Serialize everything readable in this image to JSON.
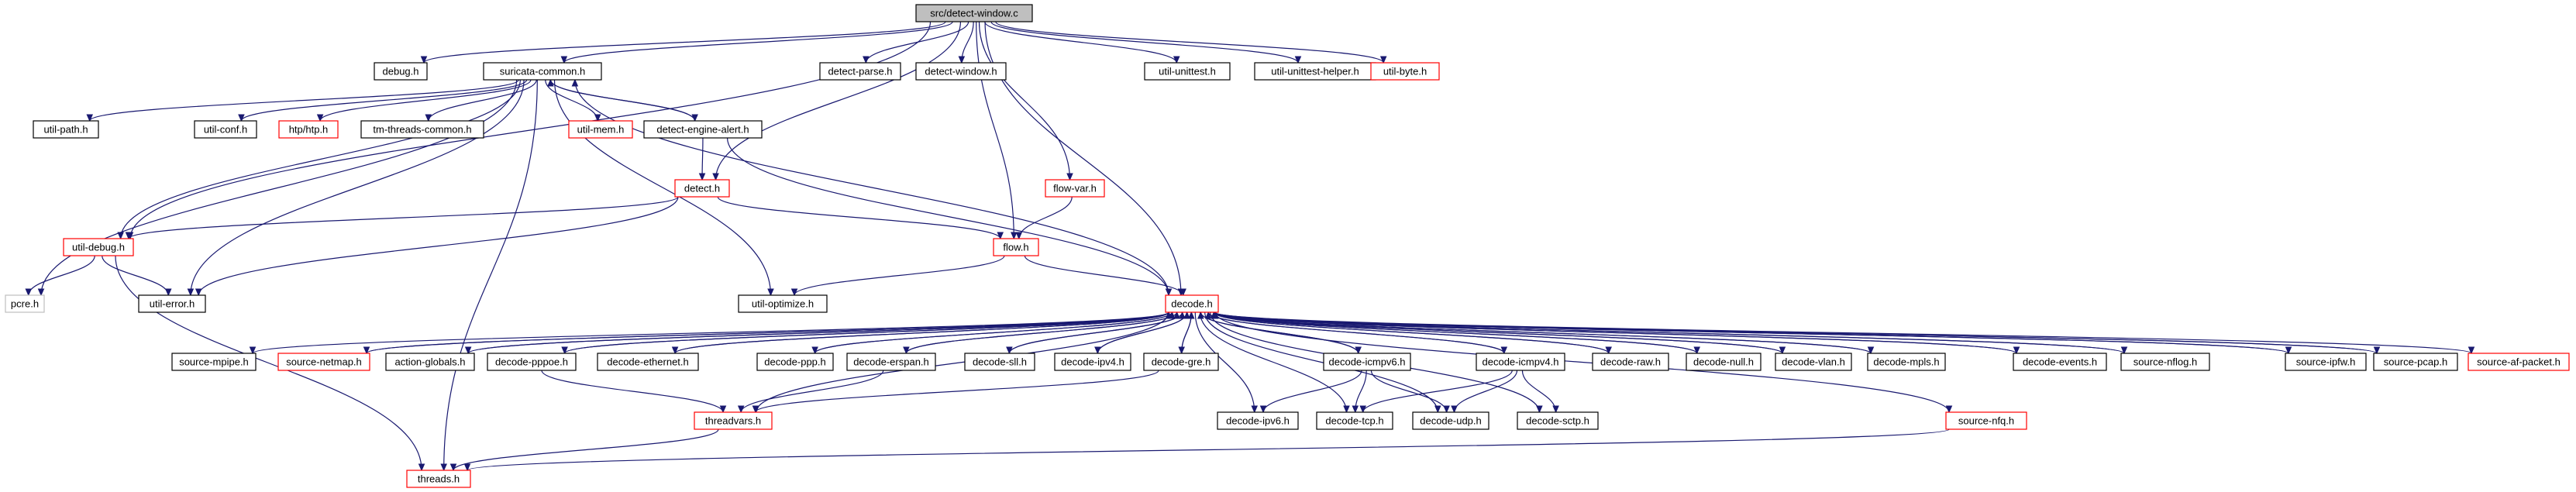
{
  "diagram": {
    "colors": {
      "root_fill": "#bfbfbf",
      "black_border": "#000000",
      "red_border": "#ff0000",
      "gray_border": "#bfbfbf",
      "edge": "#191970"
    },
    "nodes": [
      {
        "id": "root",
        "label": "src/detect-window.c",
        "kind": "root"
      },
      {
        "id": "debug",
        "label": "debug.h",
        "kind": "black"
      },
      {
        "id": "suricata_common",
        "label": "suricata-common.h",
        "kind": "black"
      },
      {
        "id": "detect_parse",
        "label": "detect-parse.h",
        "kind": "black"
      },
      {
        "id": "detect_window",
        "label": "detect-window.h",
        "kind": "black"
      },
      {
        "id": "util_unittest",
        "label": "util-unittest.h",
        "kind": "black"
      },
      {
        "id": "util_unittest_helper",
        "label": "util-unittest-helper.h",
        "kind": "black"
      },
      {
        "id": "util_byte",
        "label": "util-byte.h",
        "kind": "red"
      },
      {
        "id": "util_path",
        "label": "util-path.h",
        "kind": "black"
      },
      {
        "id": "util_conf",
        "label": "util-conf.h",
        "kind": "black"
      },
      {
        "id": "htp",
        "label": "htp/htp.h",
        "kind": "red"
      },
      {
        "id": "tm_threads_common",
        "label": "tm-threads-common.h",
        "kind": "black"
      },
      {
        "id": "util_mem",
        "label": "util-mem.h",
        "kind": "red"
      },
      {
        "id": "detect_engine_alert",
        "label": "detect-engine-alert.h",
        "kind": "black"
      },
      {
        "id": "detect",
        "label": "detect.h",
        "kind": "red"
      },
      {
        "id": "flow_var",
        "label": "flow-var.h",
        "kind": "red"
      },
      {
        "id": "util_debug",
        "label": "util-debug.h",
        "kind": "red"
      },
      {
        "id": "flow",
        "label": "flow.h",
        "kind": "red"
      },
      {
        "id": "pcre",
        "label": "pcre.h",
        "kind": "gray"
      },
      {
        "id": "util_error",
        "label": "util-error.h",
        "kind": "black"
      },
      {
        "id": "util_optimize",
        "label": "util-optimize.h",
        "kind": "black"
      },
      {
        "id": "decode",
        "label": "decode.h",
        "kind": "red"
      },
      {
        "id": "source_mpipe",
        "label": "source-mpipe.h",
        "kind": "black"
      },
      {
        "id": "source_netmap",
        "label": "source-netmap.h",
        "kind": "red"
      },
      {
        "id": "action_globals",
        "label": "action-globals.h",
        "kind": "black"
      },
      {
        "id": "decode_pppoe",
        "label": "decode-pppoe.h",
        "kind": "black"
      },
      {
        "id": "decode_ethernet",
        "label": "decode-ethernet.h",
        "kind": "black"
      },
      {
        "id": "decode_ppp",
        "label": "decode-ppp.h",
        "kind": "black"
      },
      {
        "id": "decode_erspan",
        "label": "decode-erspan.h",
        "kind": "black"
      },
      {
        "id": "decode_sll",
        "label": "decode-sll.h",
        "kind": "black"
      },
      {
        "id": "decode_ipv4",
        "label": "decode-ipv4.h",
        "kind": "black"
      },
      {
        "id": "decode_gre",
        "label": "decode-gre.h",
        "kind": "black"
      },
      {
        "id": "decode_icmpv6",
        "label": "decode-icmpv6.h",
        "kind": "black"
      },
      {
        "id": "decode_icmpv4",
        "label": "decode-icmpv4.h",
        "kind": "black"
      },
      {
        "id": "decode_raw",
        "label": "decode-raw.h",
        "kind": "black"
      },
      {
        "id": "decode_null",
        "label": "decode-null.h",
        "kind": "black"
      },
      {
        "id": "decode_vlan",
        "label": "decode-vlan.h",
        "kind": "black"
      },
      {
        "id": "decode_mpls",
        "label": "decode-mpls.h",
        "kind": "black"
      },
      {
        "id": "decode_events",
        "label": "decode-events.h",
        "kind": "black"
      },
      {
        "id": "source_nflog",
        "label": "source-nflog.h",
        "kind": "black"
      },
      {
        "id": "source_ipfw",
        "label": "source-ipfw.h",
        "kind": "black"
      },
      {
        "id": "source_pcap",
        "label": "source-pcap.h",
        "kind": "black"
      },
      {
        "id": "source_af_packet",
        "label": "source-af-packet.h",
        "kind": "red"
      },
      {
        "id": "threadvars",
        "label": "threadvars.h",
        "kind": "red"
      },
      {
        "id": "decode_ipv6",
        "label": "decode-ipv6.h",
        "kind": "black"
      },
      {
        "id": "decode_tcp",
        "label": "decode-tcp.h",
        "kind": "black"
      },
      {
        "id": "decode_udp",
        "label": "decode-udp.h",
        "kind": "black"
      },
      {
        "id": "decode_sctp",
        "label": "decode-sctp.h",
        "kind": "black"
      },
      {
        "id": "source_nfq",
        "label": "source-nfq.h",
        "kind": "red"
      },
      {
        "id": "threads",
        "label": "threads.h",
        "kind": "red"
      }
    ],
    "edges": [
      [
        "root",
        "debug"
      ],
      [
        "root",
        "suricata_common"
      ],
      [
        "root",
        "detect_parse"
      ],
      [
        "root",
        "detect_window"
      ],
      [
        "root",
        "util_unittest"
      ],
      [
        "root",
        "util_unittest_helper"
      ],
      [
        "root",
        "util_byte"
      ],
      [
        "root",
        "util_debug"
      ],
      [
        "root",
        "detect"
      ],
      [
        "root",
        "flow_var"
      ],
      [
        "root",
        "flow"
      ],
      [
        "root",
        "decode"
      ],
      [
        "suricata_common",
        "util_path"
      ],
      [
        "suricata_common",
        "util_conf"
      ],
      [
        "suricata_common",
        "htp"
      ],
      [
        "suricata_common",
        "tm_threads_common"
      ],
      [
        "suricata_common",
        "util_mem"
      ],
      [
        "suricata_common",
        "detect_engine_alert"
      ],
      [
        "suricata_common",
        "util_debug"
      ],
      [
        "suricata_common",
        "util_error"
      ],
      [
        "suricata_common",
        "pcre"
      ],
      [
        "suricata_common",
        "util_optimize"
      ],
      [
        "suricata_common",
        "threads"
      ],
      [
        "detect_engine_alert",
        "suricata_common"
      ],
      [
        "detect_engine_alert",
        "detect"
      ],
      [
        "detect_engine_alert",
        "decode"
      ],
      [
        "detect",
        "util_debug"
      ],
      [
        "detect",
        "util_error"
      ],
      [
        "detect",
        "flow"
      ],
      [
        "flow_var",
        "flow"
      ],
      [
        "flow",
        "util_optimize"
      ],
      [
        "flow",
        "decode"
      ],
      [
        "util_debug",
        "pcre"
      ],
      [
        "util_debug",
        "util_error"
      ],
      [
        "util_debug",
        "threads"
      ],
      [
        "decode",
        "suricata_common"
      ],
      [
        "decode",
        "source_mpipe"
      ],
      [
        "decode",
        "source_netmap"
      ],
      [
        "decode",
        "action_globals"
      ],
      [
        "decode",
        "decode_pppoe"
      ],
      [
        "decode",
        "decode_ethernet"
      ],
      [
        "decode",
        "threadvars"
      ],
      [
        "decode",
        "decode_ppp"
      ],
      [
        "decode",
        "decode_erspan"
      ],
      [
        "decode",
        "decode_sll"
      ],
      [
        "decode",
        "decode_ipv4"
      ],
      [
        "decode",
        "decode_gre"
      ],
      [
        "decode",
        "decode_ipv6"
      ],
      [
        "decode",
        "decode_icmpv6"
      ],
      [
        "decode",
        "decode_tcp"
      ],
      [
        "decode",
        "decode_udp"
      ],
      [
        "decode",
        "decode_icmpv4"
      ],
      [
        "decode",
        "decode_sctp"
      ],
      [
        "decode",
        "decode_raw"
      ],
      [
        "decode",
        "decode_null"
      ],
      [
        "decode",
        "decode_vlan"
      ],
      [
        "decode",
        "decode_mpls"
      ],
      [
        "decode",
        "decode_events"
      ],
      [
        "decode",
        "source_nflog"
      ],
      [
        "decode",
        "source_nfq"
      ],
      [
        "decode",
        "source_ipfw"
      ],
      [
        "decode",
        "source_pcap"
      ],
      [
        "decode",
        "source_af_packet"
      ],
      [
        "source_netmap",
        "decode"
      ],
      [
        "action_globals",
        "decode"
      ],
      [
        "decode_pppoe",
        "decode"
      ],
      [
        "decode_ethernet",
        "decode"
      ],
      [
        "decode_ppp",
        "decode"
      ],
      [
        "decode_erspan",
        "decode"
      ],
      [
        "decode_sll",
        "decode"
      ],
      [
        "decode_ipv4",
        "decode"
      ],
      [
        "decode_gre",
        "decode"
      ],
      [
        "decode_icmpv6",
        "decode"
      ],
      [
        "decode_icmpv4",
        "decode"
      ],
      [
        "decode_raw",
        "decode"
      ],
      [
        "decode_null",
        "decode"
      ],
      [
        "decode_vlan",
        "decode"
      ],
      [
        "decode_mpls",
        "decode"
      ],
      [
        "decode_events",
        "decode"
      ],
      [
        "source_nflog",
        "decode"
      ],
      [
        "source_ipfw",
        "decode"
      ],
      [
        "source_pcap",
        "decode"
      ],
      [
        "decode_pppoe",
        "threadvars"
      ],
      [
        "decode_erspan",
        "threadvars"
      ],
      [
        "decode_gre",
        "threadvars"
      ],
      [
        "decode_icmpv6",
        "decode_ipv6"
      ],
      [
        "decode_icmpv6",
        "decode_tcp"
      ],
      [
        "decode_icmpv6",
        "decode_udp"
      ],
      [
        "decode_icmpv4",
        "decode_tcp"
      ],
      [
        "decode_icmpv4",
        "decode_udp"
      ],
      [
        "decode_icmpv4",
        "decode_sctp"
      ],
      [
        "threadvars",
        "threads"
      ],
      [
        "source_nfq",
        "threads"
      ]
    ]
  }
}
